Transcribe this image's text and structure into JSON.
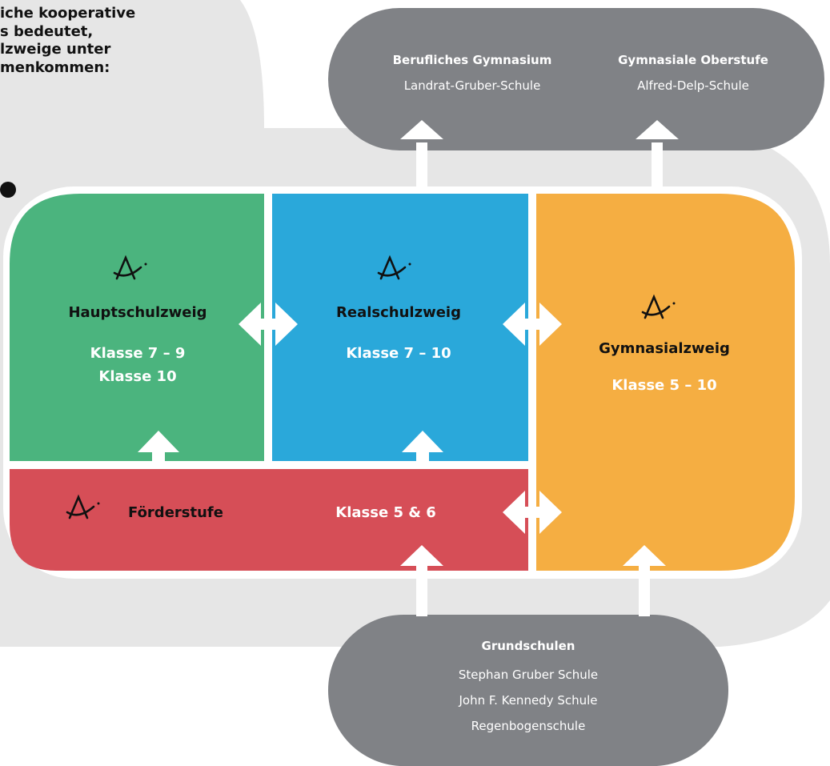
{
  "intro": {
    "lines": [
      "iche kooperative",
      "s bedeutet,",
      "lzweige unter",
      "menkommen:"
    ]
  },
  "upper_schools": [
    {
      "title": "Berufliches Gymnasium",
      "name": "Landrat-Gruber-Schule"
    },
    {
      "title": "Gymnasiale Oberstufe",
      "name": "Alfred-Delp-Schule"
    }
  ],
  "branches": {
    "haupt": {
      "title": "Hauptschulzweig",
      "classes": [
        "Klasse 7 – 9",
        "Klasse 10"
      ]
    },
    "real": {
      "title": "Realschulzweig",
      "classes": [
        "Klasse 7 – 10"
      ]
    },
    "gym": {
      "title": "Gymnasialzweig",
      "classes": [
        "Klasse 5 – 10"
      ]
    },
    "foerder": {
      "title": "Förderstufe",
      "classes": [
        "Klasse 5 & 6"
      ]
    }
  },
  "primary": {
    "title": "Grundschulen",
    "schools": [
      "Stephan Gruber Schule",
      "John F. Kennedy Schule",
      "Regenbogenschule"
    ]
  },
  "colors": {
    "background_gray": "#e6e6e6",
    "box_gray": "#808286",
    "haupt_green": "#4bb47e",
    "real_blue": "#2aa8da",
    "gym_orange": "#f5ae42",
    "foerder_red": "#d64e57",
    "white": "#ffffff"
  },
  "icons": [
    "compass-icon"
  ]
}
